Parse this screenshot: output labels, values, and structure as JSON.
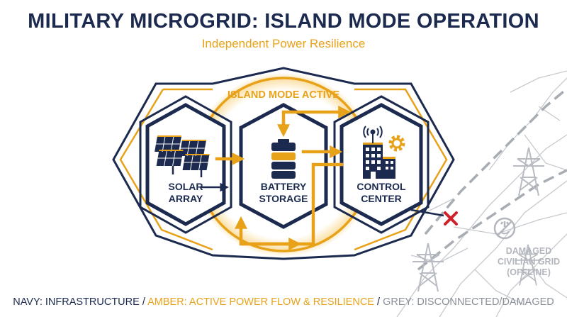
{
  "header": {
    "title": "MILITARY MICROGRID: ISLAND MODE OPERATION",
    "subtitle": "Independent Power Resilience"
  },
  "island": {
    "label": "ISLAND MODE ACTIVE"
  },
  "nodes": {
    "solar": {
      "line1": "SOLAR",
      "line2": "ARRAY"
    },
    "battery": {
      "line1": "BATTERY",
      "line2": "STORAGE"
    },
    "control": {
      "line1": "CONTROL",
      "line2": "CENTER"
    }
  },
  "grid": {
    "line1": "DAMAGED",
    "line2": "CIVILIAN GRID",
    "line3": "(OFFLINE)"
  },
  "legend": {
    "navy": "NAVY: INFRASTRUCTURE",
    "sep1": " / ",
    "amber": "AMBER: ACTIVE POWER FLOW & RESILIENCE",
    "sep2": " / ",
    "grey": "GREY: DISCONNECTED/DAMAGED"
  },
  "colors": {
    "navy": "#1b2a4e",
    "amber": "#e8a21a",
    "grey": "#b3b7bd",
    "red": "#d0202a"
  },
  "icons": [
    "solar-panel-icon",
    "battery-icon",
    "building-icon",
    "gear-icon",
    "antenna-icon",
    "power-tower-icon",
    "power-off-icon",
    "disconnect-x-icon"
  ]
}
